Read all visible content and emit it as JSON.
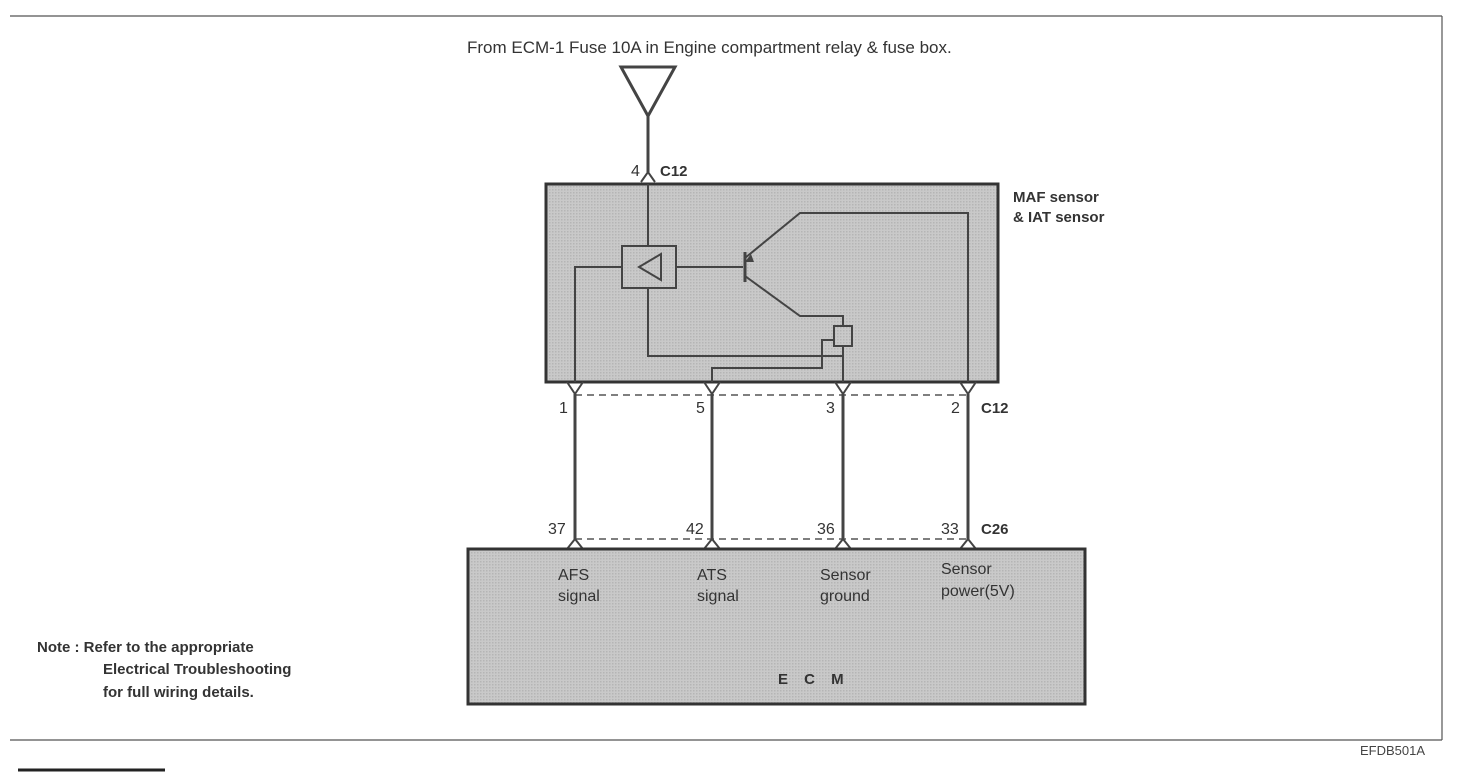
{
  "header_note": "From ECM-1 Fuse 10A in Engine compartment relay & fuse box.",
  "sensor": {
    "label_line1": "MAF sensor",
    "label_line2": "& IAT sensor",
    "connector": "C12",
    "supply_pin": "4",
    "pins": [
      "1",
      "5",
      "3",
      "2"
    ]
  },
  "ecm": {
    "label": "E C M",
    "connector": "C26",
    "pins": [
      "37",
      "42",
      "36",
      "33"
    ],
    "signals": [
      {
        "line1": "AFS",
        "line2": "signal"
      },
      {
        "line1": "ATS",
        "line2": "signal"
      },
      {
        "line1": "Sensor",
        "line2": "ground"
      },
      {
        "line1": "Sensor",
        "line2": "power(5V)"
      }
    ]
  },
  "note": {
    "line1": "Note : Refer to the appropriate",
    "line2": "Electrical Troubleshooting",
    "line3": "for full wiring details."
  },
  "figure_id": "EFDB501A"
}
